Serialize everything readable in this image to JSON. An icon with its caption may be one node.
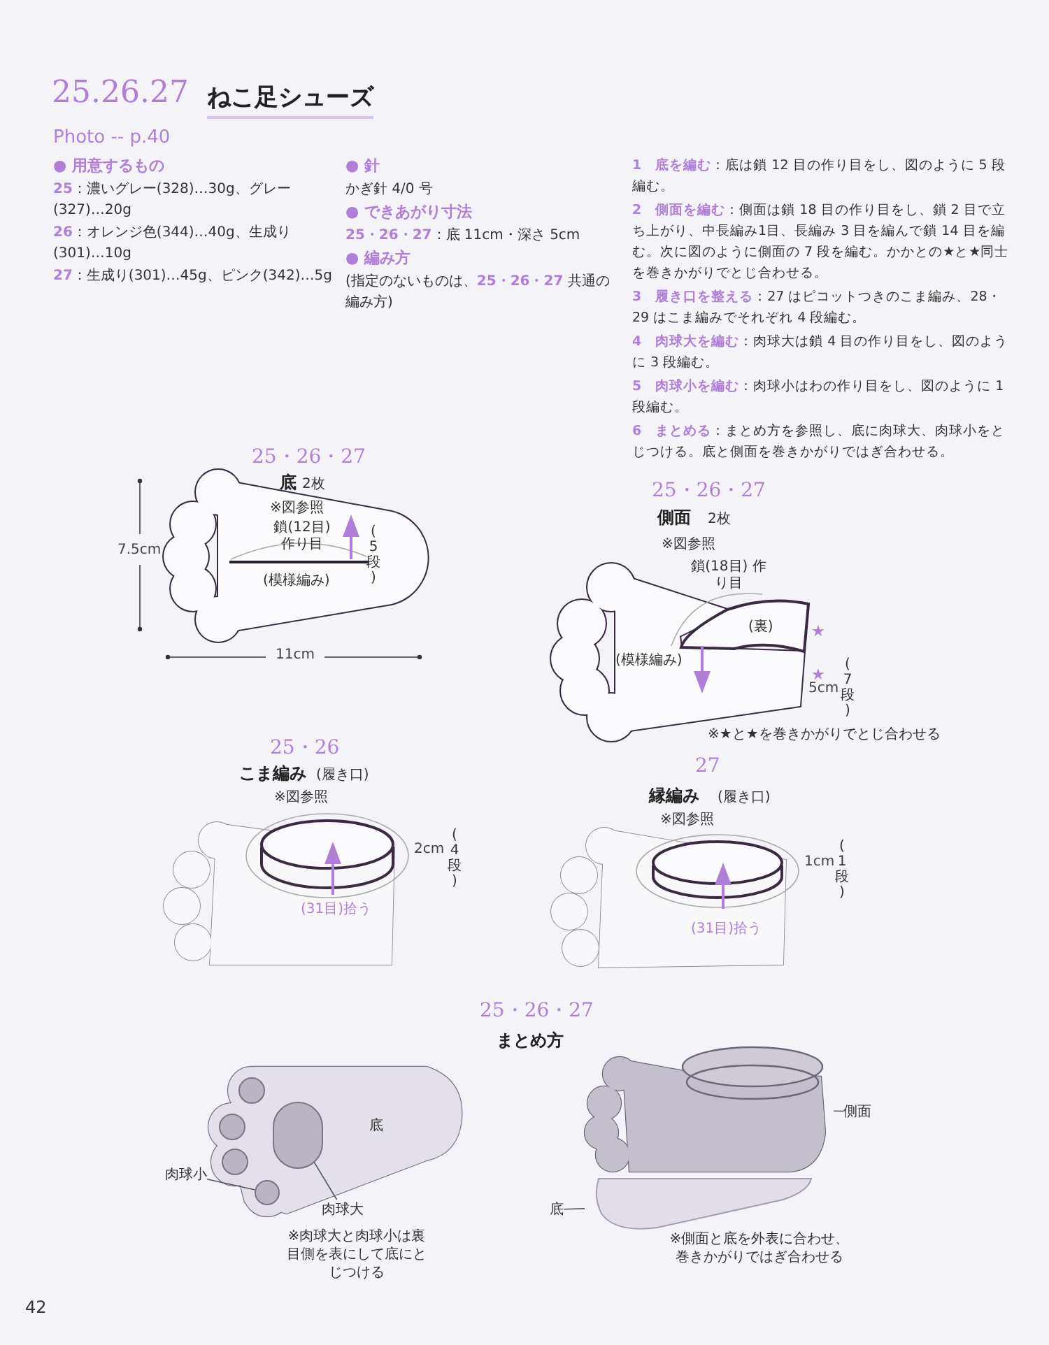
{
  "diagram": {
    "title": "ねこ足シューズ",
    "nodes": [
      {
        "text": [
          "肉球小"
        ]
      },
      {
        "text": [],
        "shape": "circle"
      },
      {
        "text": [
          "肉球大"
        ]
      },
      {
        "text": [],
        "shape": "oval"
      },
      {
        "text": [
          "側面"
        ]
      },
      {
        "text": [],
        "shape": "picture"
      },
      {
        "text": [
          "底"
        ]
      },
      {
        "text": [],
        "shape": "picture"
      }
    ],
    "edges": [
      {
        "from": 0,
        "to": 1,
        "arrow": "none"
      },
      {
        "from": 2,
        "to": 3,
        "arrow": "none"
      },
      {
        "from": 4,
        "to": 5,
        "arrow": "none"
      },
      {
        "from": 6,
        "to": 7,
        "arrow": "none"
      }
    ],
    "labels": [
      "25.26.27",
      "Photo -- p.40",
      "● 用意するもの",
      "**25**：濃いグレー(328)…30g、グレー(327)…20g",
      "**26**：オレンジ色(344)…40g、生成り(301)…10g",
      "**27**：生成り(301)…45g、ピンク(342)…5g",
      "● 針",
      "かぎ針 4/0 号",
      "● できあがり寸法",
      "**25・26・27**：底 11cm・深さ 5cm",
      "● 編み方",
      "(指定のないものは、**25・26・27** 共通の編み方)",
      "**1　底を編む**：底は鎖 12 目の作り目をし、図のように 5 段編む。",
      "**2　側面を編む**：側面は鎖 18 目の作り目をし、鎖 2 目で立ち上がり、中長編み1目、長編み 3 目を編んで鎖 14 目を編む。次に図のように側面の 7 段を編む。かかとの★と★同士を巻きかがりでとじ合わせる。",
      "**3　履き口を整える**：27 はピコットつきのこま編み、28・29 はこま編みでそれぞれ 4 段編む。",
      "**4　肉球大を編む**：肉球大は鎖 4 目の作り目をし、図のように 3 段編む。",
      "**5　肉球小を編む**：肉球小はわの作り目をし、図のように 1 段編む。",
      "**6　まとめる**：まとめ方を参照し、底に肉球大、肉球小をとじつける。底と側面を巻きかがりではぎ合わせる。",
      "25・26・27",
      "底",
      "2枚",
      "※図参照",
      "7.5cm",
      "鎖(12目) 作り目",
      "(5段)",
      "(模様編み)",
      "11cm",
      "25・26・27",
      "側面",
      "2枚",
      "※図参照",
      "鎖(18目) 作り目",
      "(裏)",
      "(模様編み)",
      "★",
      "★",
      "5cm",
      "(7段)",
      "※★と★を巻きかがりでとじ合わせる",
      "25・26",
      "こま編み",
      "(履き口)",
      "※図参照",
      "2cm",
      "(4段)",
      "(31目)拾う",
      "27",
      "縁編み",
      "(履き口)",
      "※図参照",
      "1cm",
      "(1段)",
      "(31目)拾う",
      "25・26・27",
      "まとめ方",
      "底",
      "※肉球大と肉球小は裏目側を表にして底にとじつける",
      "※側面と底を外表に合わせ、巻きかがりではぎ合わせる",
      "42"
    ]
  }
}
